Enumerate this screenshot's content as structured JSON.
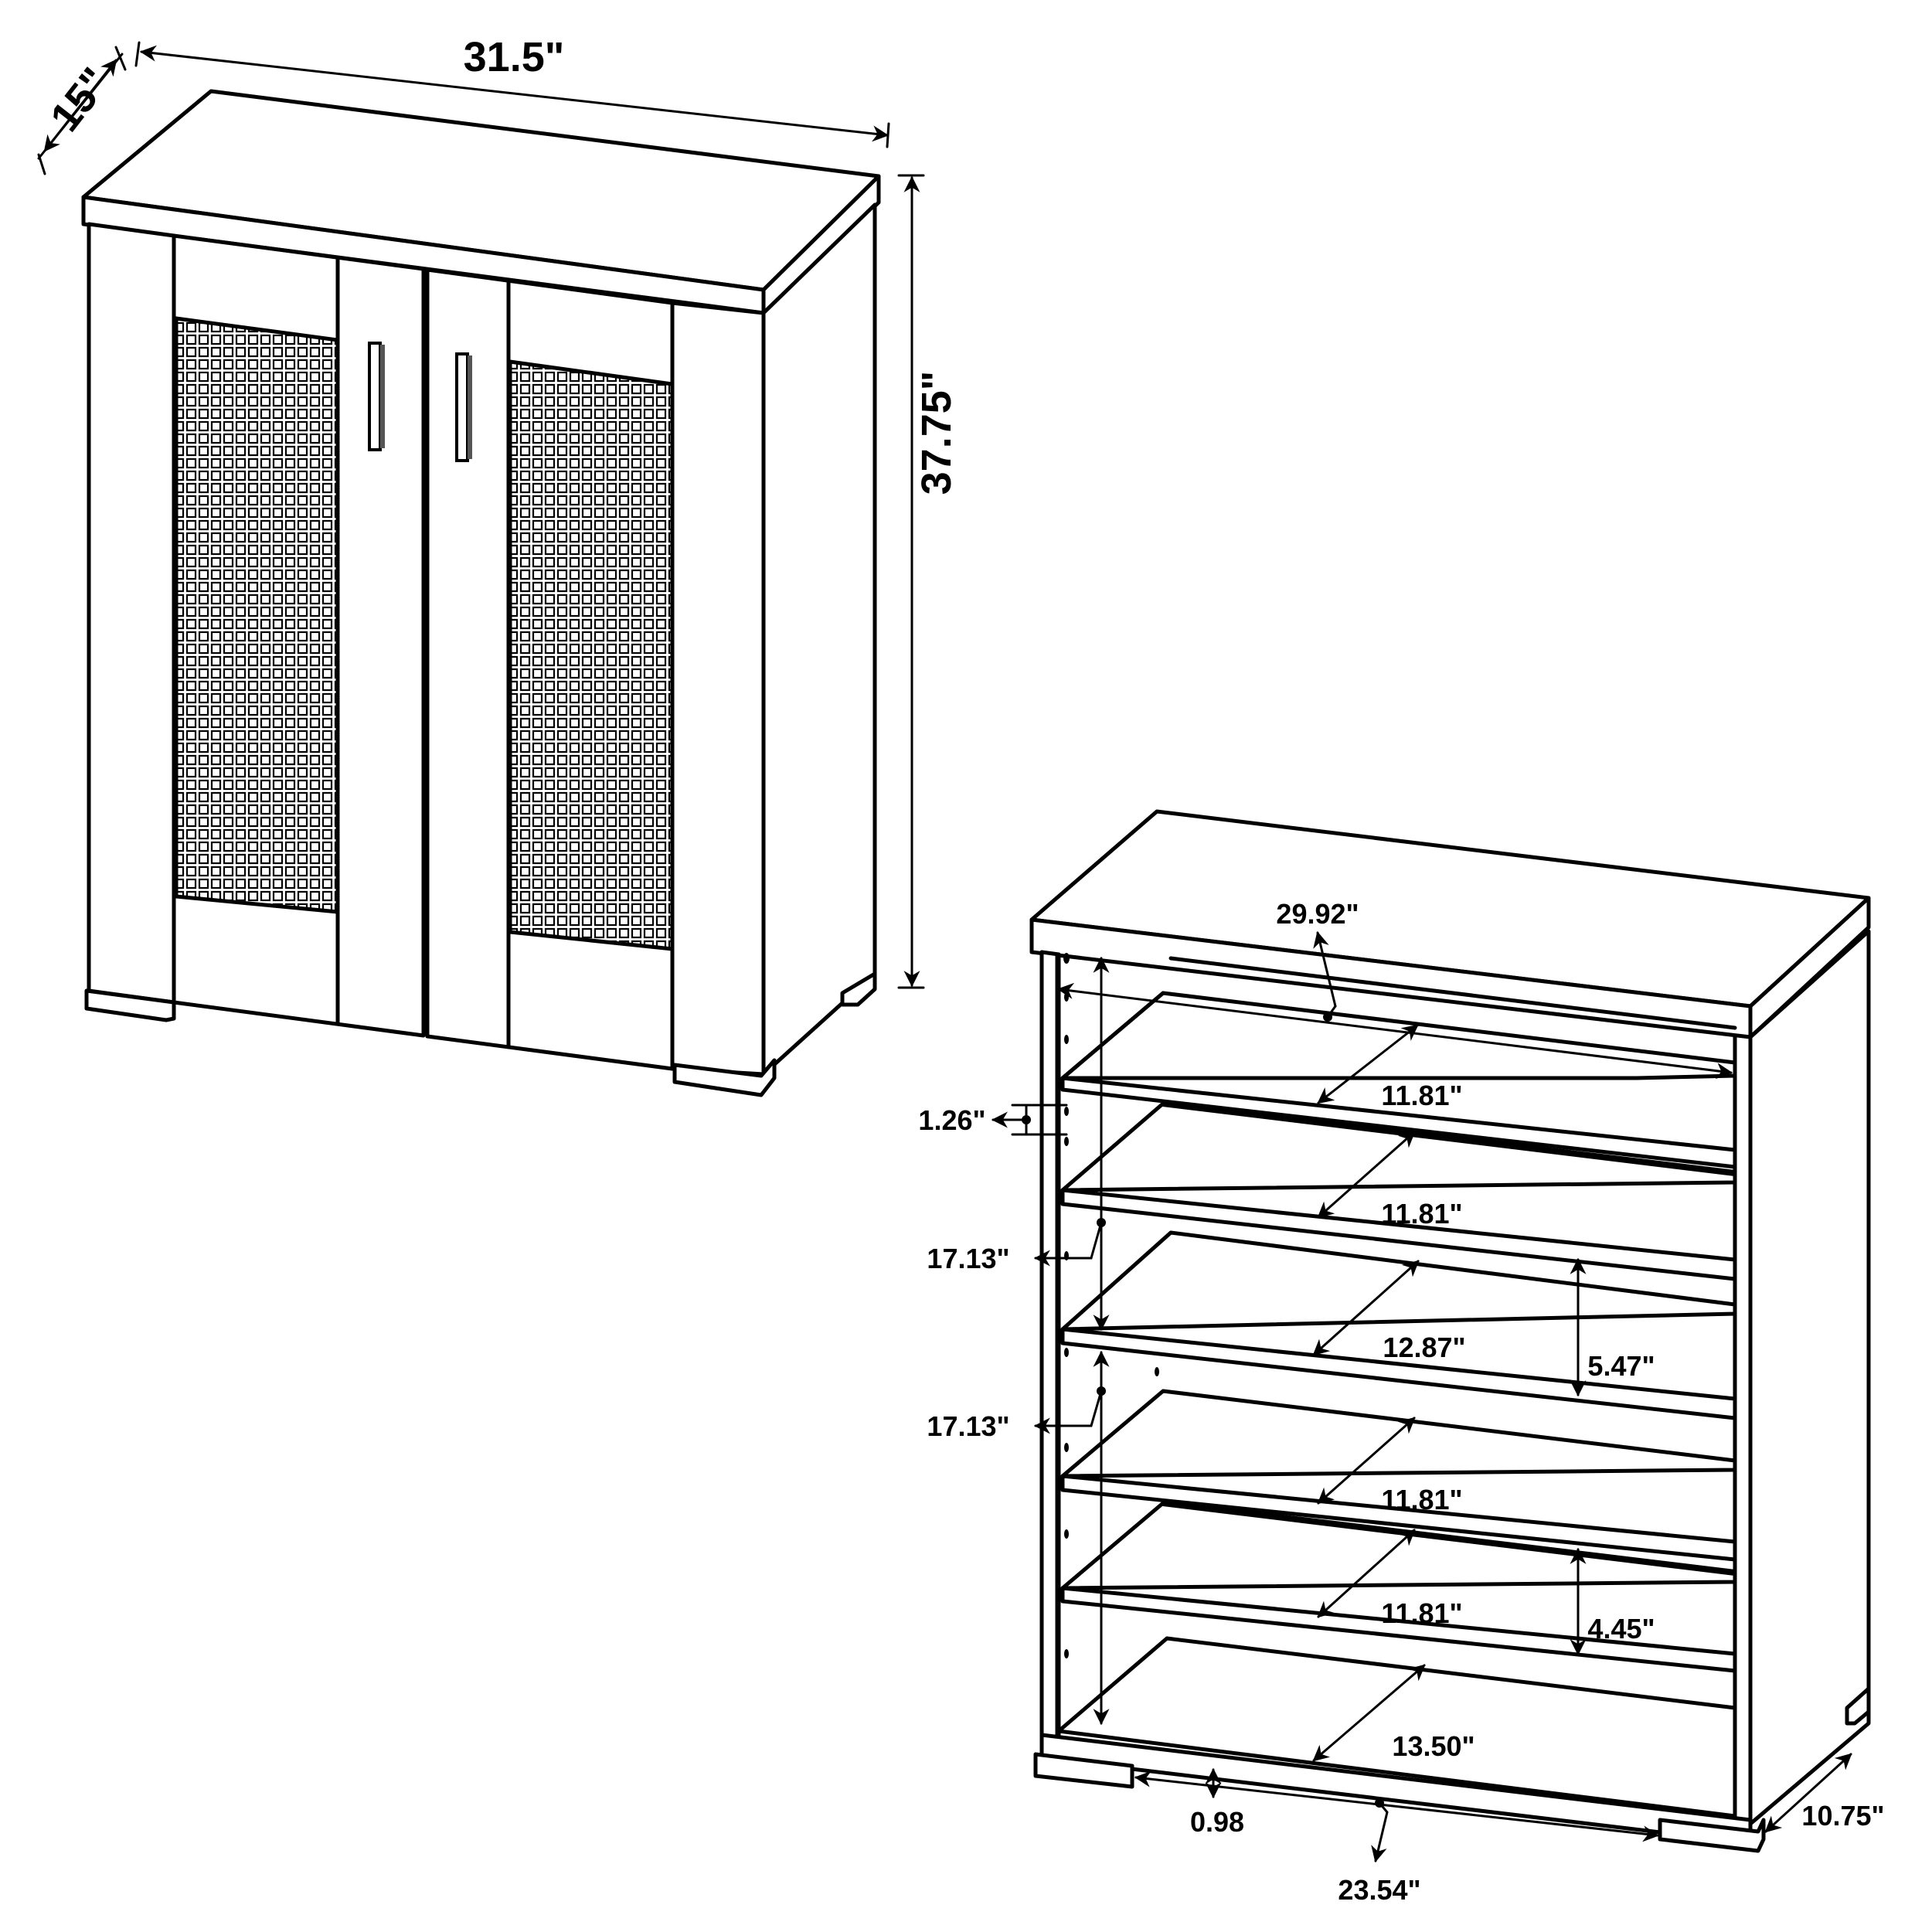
{
  "figure": {
    "background": "#ffffff",
    "line_color": "#000000"
  },
  "front_view": {
    "depth_label": "15\"",
    "width_label": "31.5\"",
    "height_label": "37.75\"",
    "doors": 2,
    "door_panel": "perforated mesh",
    "handles": 2
  },
  "open_view": {
    "inner_width_label": "29.92\"",
    "hole_spacing_label": "1.26\"",
    "section_height_labels": [
      "17.13\"",
      "17.13\""
    ],
    "shelf_depth_labels": [
      "11.81\"",
      "11.81\"",
      "12.87\"",
      "11.81\"",
      "11.81\"",
      "13.50\""
    ],
    "shelf_gap_labels": [
      "5.47\"",
      "4.45\""
    ],
    "base_height_label": "0.98",
    "base_width_label": "23.54\"",
    "base_depth_label": "10.75\""
  }
}
